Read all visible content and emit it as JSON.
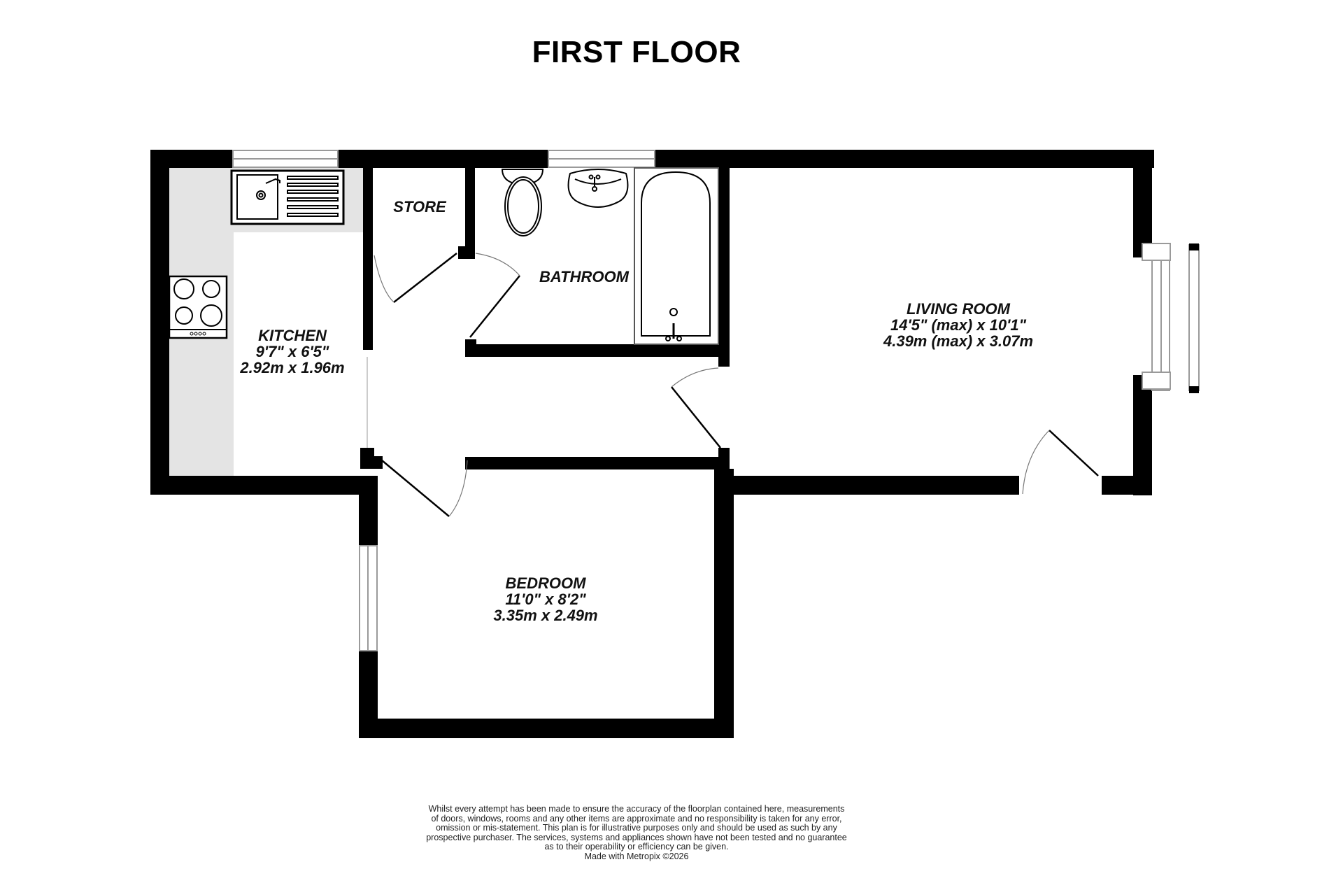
{
  "title": "FIRST FLOOR",
  "rooms": {
    "kitchen": {
      "name": "KITCHEN",
      "imperial": "9'7\"  x 6'5\"",
      "metric": "2.92m  x 1.96m"
    },
    "store": {
      "name": "STORE"
    },
    "bathroom": {
      "name": "BATHROOM"
    },
    "living_room": {
      "name": "LIVING ROOM",
      "imperial": "14'5\" (max) x 10'1\"",
      "metric": "4.39m (max) x 3.07m"
    },
    "bedroom": {
      "name": "BEDROOM",
      "imperial": "11'0\"  x 8'2\"",
      "metric": "3.35m  x 2.49m"
    }
  },
  "disclaimer": {
    "lines": [
      "Whilst every attempt has been made to ensure the accuracy of the floorplan contained here, measurements",
      "of doors, windows, rooms and any other items are approximate and no responsibility is taken for any error,",
      "omission or mis-statement. This plan is for illustrative purposes only and should be used as such by any",
      "prospective purchaser. The services, systems and appliances shown have not been tested and no guarantee",
      "as to their operability or efficiency can be given."
    ],
    "credit": "Made with Metropix ©2026"
  },
  "colors": {
    "wall": "#000000",
    "kitchen_counter": "#e4e4e4",
    "window": "#9a9a9a",
    "background": "#ffffff"
  }
}
